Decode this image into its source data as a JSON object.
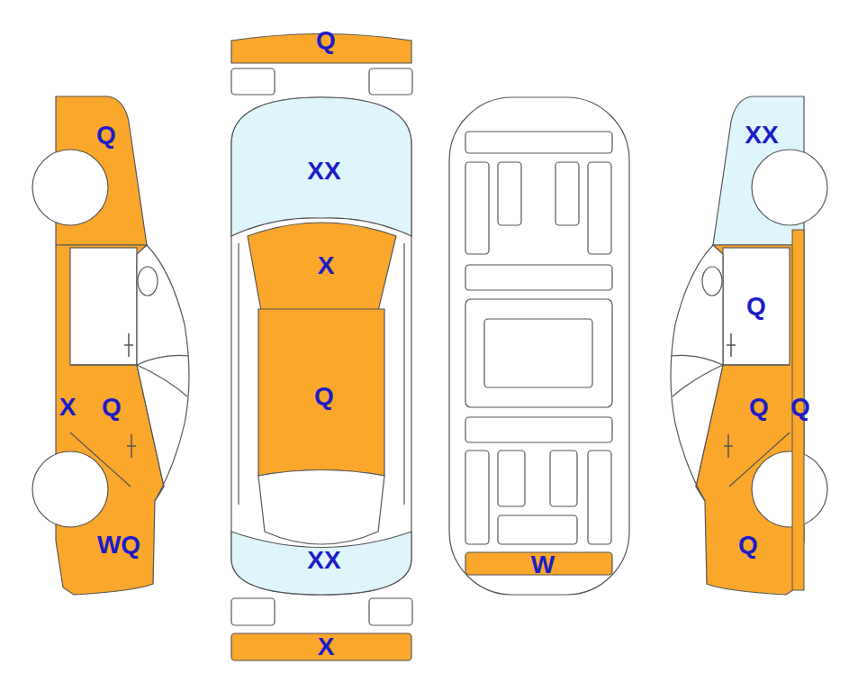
{
  "diagram": {
    "labels": [
      "Q",
      "Q",
      "XX",
      "XX",
      "X",
      "Q",
      "Q",
      "X",
      "Q",
      "Q",
      "Q",
      "WQ",
      "Q",
      "XX",
      "W",
      "X"
    ]
  }
}
